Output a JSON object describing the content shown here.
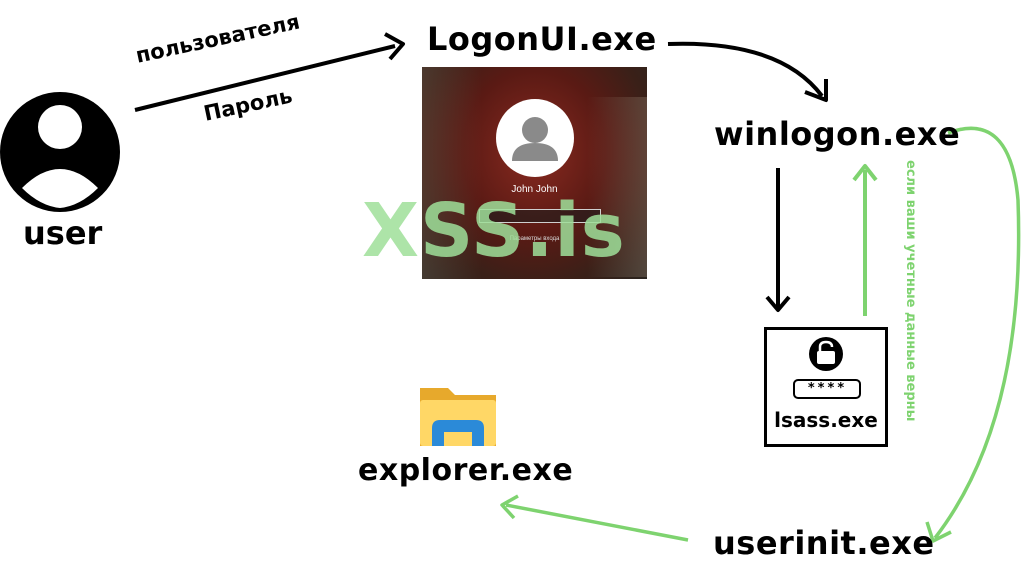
{
  "nodes": {
    "user": "user",
    "logonui": "LogonUI.exe",
    "winlogon": "winlogon.exe",
    "lsass": "lsass.exe",
    "userinit": "userinit.exe",
    "explorer": "explorer.exe"
  },
  "edge_labels": {
    "username": "пользователя",
    "password": "Пароль",
    "condition": "если ваши учетные данные верны"
  },
  "login_screen": {
    "user_name": "John John",
    "sign_in_options": "Параметры входа"
  },
  "lsass_password_mask": "****",
  "watermark": "XSS.is",
  "colors": {
    "primary_arrow": "#000000",
    "success_arrow": "#7ed36f",
    "watermark": "#9fe09a"
  }
}
